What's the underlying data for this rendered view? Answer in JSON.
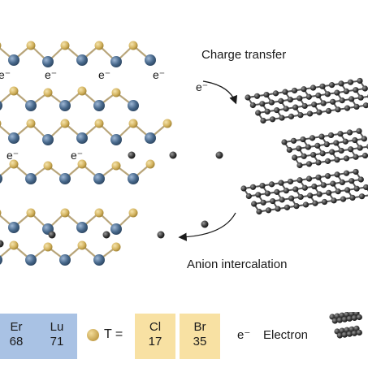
{
  "labels": {
    "charge_transfer": "Charge transfer",
    "anion_intercalation": "Anion intercalation",
    "electron_symbol": "e⁻"
  },
  "legend": {
    "metal_tiles": [
      {
        "symbol": "Er",
        "number": "68"
      },
      {
        "symbol": "Lu",
        "number": "71"
      }
    ],
    "t_label": "T =",
    "anion_tiles": [
      {
        "symbol": "Cl",
        "number": "17"
      },
      {
        "symbol": "Br",
        "number": "35"
      }
    ],
    "electron_symbol": "e⁻",
    "electron_label": "Electron"
  },
  "colors": {
    "metal_atom": "#47688b",
    "anion_atom": "#d9bd6a",
    "carbon_atom": "#3a3a3a",
    "metal_tile": "#a9c2e4",
    "anion_tile": "#f8e1a3"
  }
}
